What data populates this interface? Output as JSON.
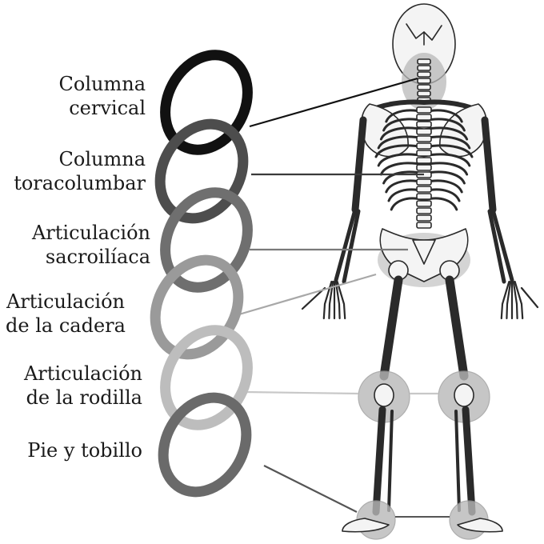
{
  "regions": [
    {
      "label_lines": [
        "Columna",
        "cervical"
      ],
      "ring_color": "#111111",
      "line_color": "#111111"
    },
    {
      "label_lines": [
        "Columna",
        "toracolumbar"
      ],
      "ring_color": "#4d4d4d",
      "line_color": "#3a3a3a"
    },
    {
      "label_lines": [
        "Articulación",
        "sacroilíaca"
      ],
      "ring_color": "#6f6f6f",
      "line_color": "#7a7a7a"
    },
    {
      "label_lines": [
        "Articulación",
        "de la cadera"
      ],
      "ring_color": "#9a9a9a",
      "line_color": "#a8a8a8"
    },
    {
      "label_lines": [
        "Articulación",
        "de la rodilla"
      ],
      "ring_color": "#bdbdbd",
      "line_color": "#c8c8c8"
    },
    {
      "label_lines": [
        "Pie y tobillo"
      ],
      "ring_color": "#6a6a6a",
      "line_color": "#555555"
    }
  ],
  "colors": {
    "bone_stroke": "#2a2a2a",
    "bone_fill": "#f4f4f4",
    "highlight": "#b8b8b8"
  }
}
